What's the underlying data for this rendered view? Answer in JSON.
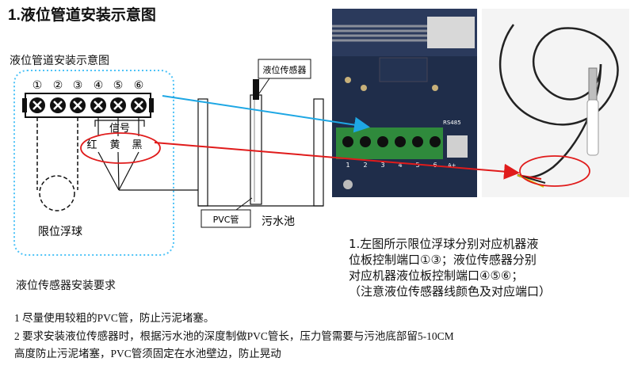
{
  "title": "1.液位管道安装示意图",
  "diagram": {
    "title": "液位管道安装示意图",
    "terminal_numbers": [
      "①",
      "②",
      "③",
      "④",
      "⑤",
      "⑥"
    ],
    "signal_label": "信号",
    "wire_colors": [
      "红",
      "黄",
      "黑"
    ],
    "float_label": "限位浮球",
    "sensor_label": "液位传感器",
    "pvc_label": "PVC管",
    "tank_label": "污水池"
  },
  "board": {
    "port_label": "RS485",
    "pin_numbers": [
      "1",
      "2",
      "3",
      "4",
      "5",
      "6"
    ],
    "connector_label": "A+"
  },
  "note": {
    "lines": [
      "1.左图所示限位浮球分别对应机器液",
      "位板控制端口①③；液位传感器分别",
      "对应机器液位板控制端口④⑤⑥；",
      "（注意液位传感器线颜色及对应端口）"
    ]
  },
  "requirements": {
    "title": "液位传感器安装要求",
    "items": [
      "1 尽量使用较粗的PVC管，防止污泥堵塞。",
      "2 要求安装液位传感器时，根据污水池的深度制做PVC管长，压力管需要与污池底部留5-10CM",
      "高度防止污泥堵塞，PVC管须固定在水池壁边，防止晃动"
    ]
  },
  "colors": {
    "dotted_border": "#4fc3f7",
    "blue_arrow": "#1ea7e4",
    "red_arrow": "#e01b1b",
    "board_green": "#2f8a3c",
    "board_dark": "#1f2d4a"
  }
}
